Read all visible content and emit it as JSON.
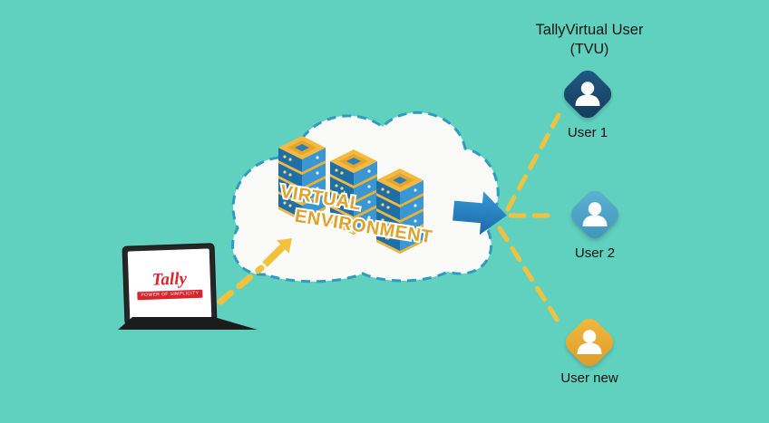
{
  "scene": {
    "background": "#60d1bf"
  },
  "header": {
    "title": "TallyVirtual User",
    "subtitle": "(TVU)"
  },
  "cloud": {
    "label_line1": "VIRTUAL",
    "label_line2": "ENVIRONMENT",
    "label_color": "#dfa32b",
    "border_color": "#2d9cc0",
    "fill_color": "#fafaf8"
  },
  "laptop": {
    "logo_text": "Tally",
    "logo_tagline": "POWER OF SIMPLICITY",
    "logo_color": "#d6252e"
  },
  "arrows": {
    "connector_color": "#f2c13d",
    "flow_arrow_color_top": "#3698d8",
    "flow_arrow_color_bottom": "#1c6aa6"
  },
  "users": [
    {
      "label": "User 1",
      "color": "#225a85",
      "color_dark": "#143a5a"
    },
    {
      "label": "User 2",
      "color": "#5fb3d4",
      "color_dark": "#3f93b8"
    },
    {
      "label": "User new",
      "color": "#f2b93f",
      "color_dark": "#dd9b2a"
    }
  ]
}
